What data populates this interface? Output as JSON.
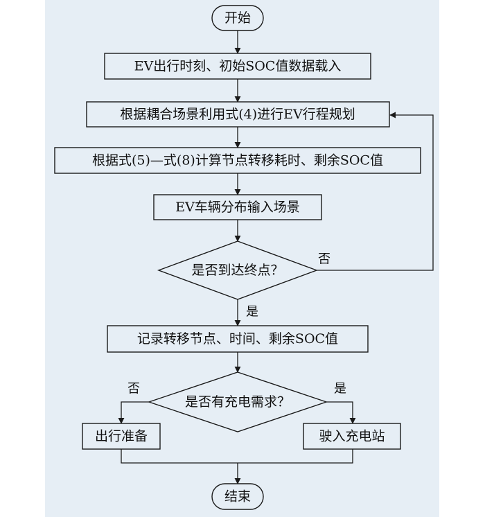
{
  "flowchart": {
    "start": "开始",
    "load": "EV出行时刻、初始SOC值数据载入",
    "plan": "根据耦合场景利用式(4)进行EV行程规划",
    "compute": "根据式(5)—式(8)计算节点转移耗时、剩余SOC值",
    "input": "EV车辆分布输入场景",
    "decision_end": "是否到达终点？",
    "no_label": "否",
    "yes_label": "是",
    "record": "记录转移节点、时间、剩余SOC值",
    "decision_charge": "是否有充电需求？",
    "charge_no_label": "否",
    "charge_yes_label": "是",
    "prepare": "出行准备",
    "station": "驶入充电站",
    "end": "结束"
  }
}
